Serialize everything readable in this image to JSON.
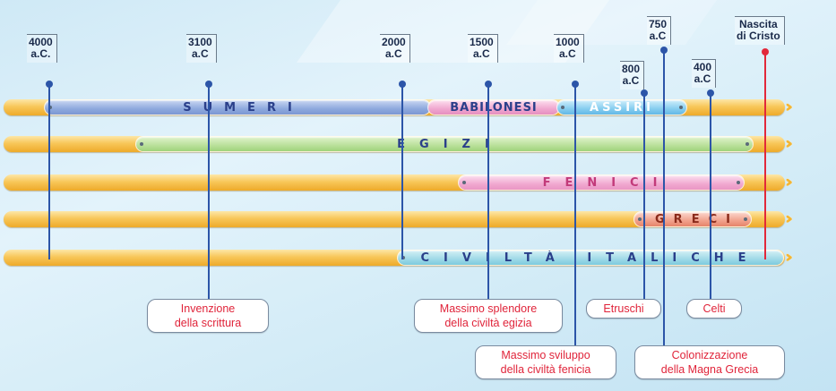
{
  "dates": {
    "d4000": [
      "4000",
      "a.C."
    ],
    "d3100": [
      "3100",
      "a.C"
    ],
    "d2000": [
      "2000",
      "a.C"
    ],
    "d1500": [
      "1500",
      "a.C"
    ],
    "d1000": [
      "1000",
      "a.C"
    ],
    "d800": [
      "800",
      "a.C"
    ],
    "d750": [
      "750",
      "a.C"
    ],
    "d400": [
      "400",
      "a.C"
    ],
    "cristo": [
      "Nascita",
      "di Cristo"
    ]
  },
  "civilizations": {
    "sumeri": "SUMERI",
    "babilonesi": "BABILONESI",
    "assiri": "ASSIRI",
    "egizi": "EGIZI",
    "fenici": "FENICI",
    "greci": "GRECI",
    "italiche": "CIVILTÀ ITALICHE"
  },
  "events": {
    "scrittura": [
      "Invenzione",
      "della scrittura"
    ],
    "egizia": [
      "Massimo splendore",
      "della civiltà egizia"
    ],
    "etruschi": [
      "Etruschi"
    ],
    "celti": [
      "Celti"
    ],
    "fenicia": [
      "Massimo sviluppo",
      "della civiltà fenicia"
    ],
    "magna_grecia": [
      "Colonizzazione",
      "della Magna Grecia"
    ]
  },
  "colors": {
    "band": "#f8c75a",
    "date_line": "#2c55a8",
    "christ_line": "#e2283a",
    "event_text": "#e0243a"
  }
}
